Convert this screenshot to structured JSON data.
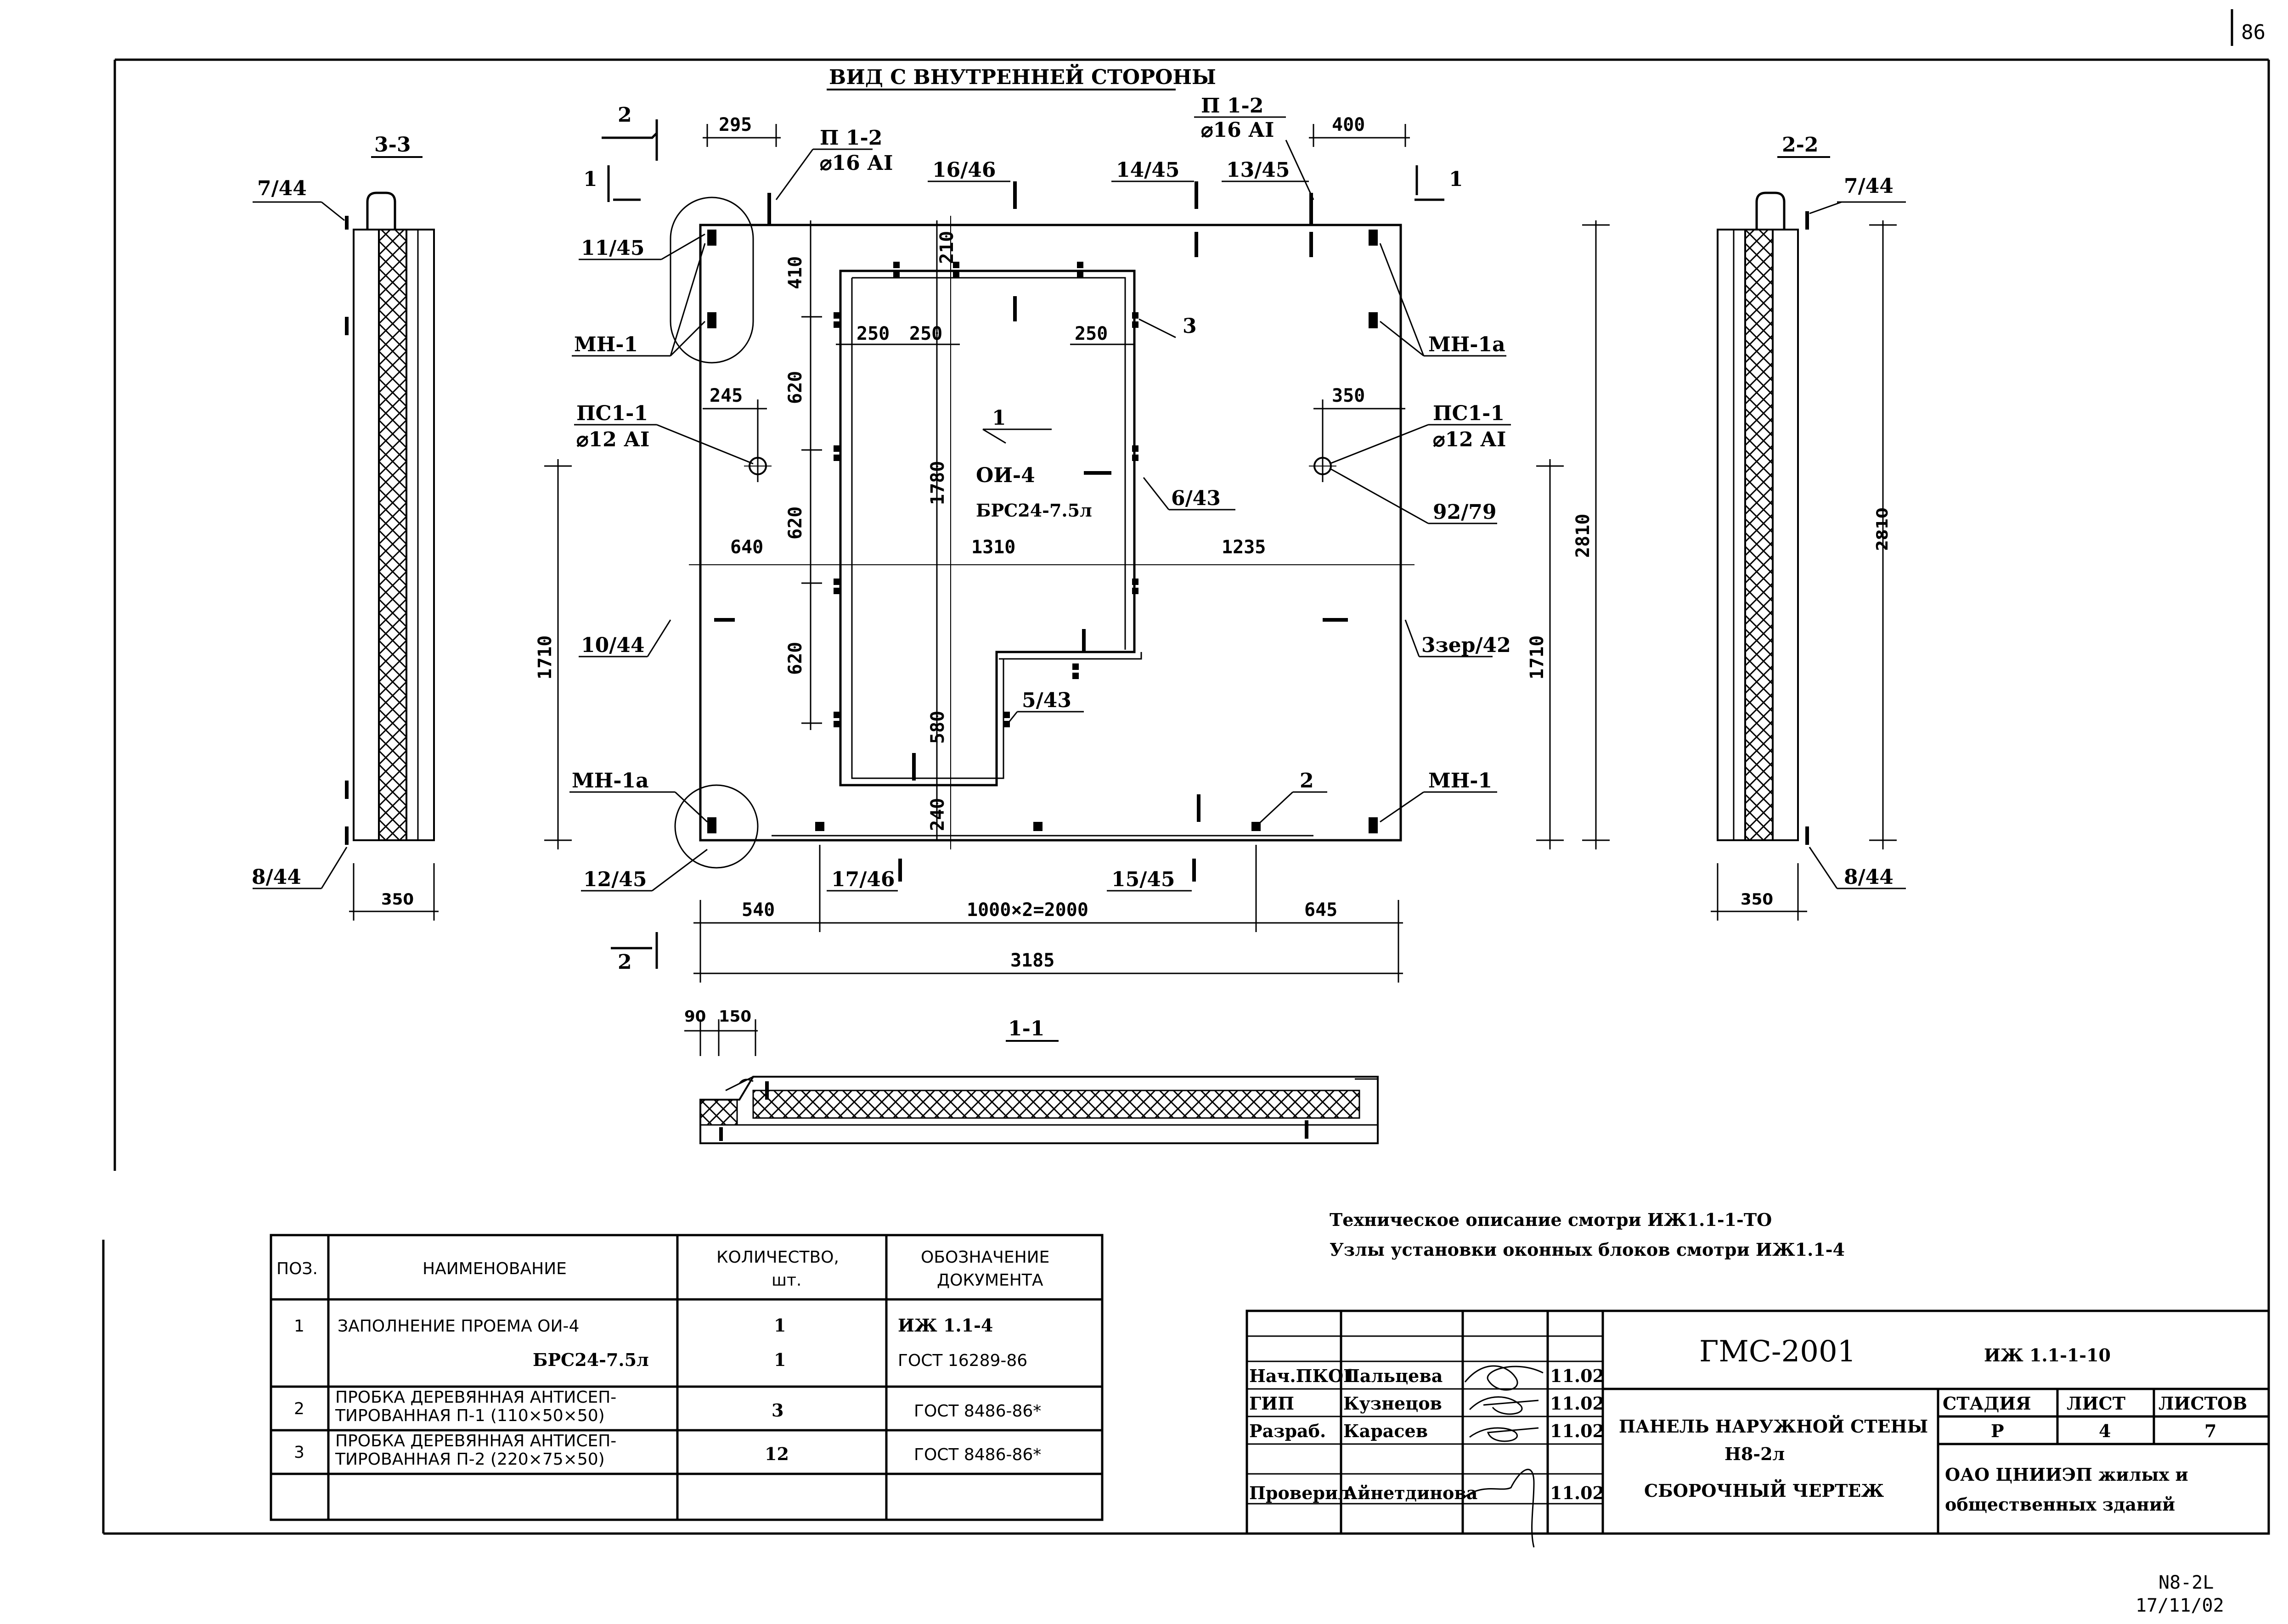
{
  "sheet_corner": "86",
  "footer_code": [
    "N8-2L",
    "17/11/02"
  ],
  "view_title": "ВИД С ВНУТРЕННЕЙ СТОРОНЫ",
  "section_titles": {
    "s33": "3-3",
    "s22": "2-2",
    "s11": "1-1"
  },
  "cut_marks": {
    "c1": "1",
    "c2": "2"
  },
  "positions": {
    "p7_44": "7/44",
    "p11_45": "11/45",
    "p16_46": "16/46",
    "p14_45": "14/45",
    "p13_45": "13/45",
    "p10_44": "10/44",
    "p12_45": "12/45",
    "p17_46": "17/46",
    "p15_45": "15/45",
    "p8_44": "8/44",
    "p6_43": "6/43",
    "p5_43": "5/43",
    "p92_79": "92/79",
    "p3zer_42": "3зер/42",
    "mn1": "МН-1",
    "mn1a": "МН-1а",
    "pos1": "1",
    "pos2": "2",
    "pos3": "3"
  },
  "loops": {
    "p12_title": "П 1-2",
    "p12_bar": "⌀16 АI",
    "ps11_title": "ПС1-1",
    "ps11_bar": "⌀12 АI"
  },
  "opening": {
    "mark": "ОИ-4",
    "block": "БРС24-7.5л"
  },
  "dimensions": {
    "d295": "295",
    "d400": "400",
    "d410": "410",
    "d210": "210",
    "d250": "250",
    "d245": "245",
    "d350": "350",
    "d620": "620",
    "d1780": "1780",
    "d640": "640",
    "d1310": "1310",
    "d1235": "1235",
    "d1710": "1710",
    "d2810": "2810",
    "d580": "580",
    "d240": "240",
    "d540": "540",
    "d2000": "1000×2=2000",
    "d645": "645",
    "d3185": "3185",
    "d90": "90",
    "d150": "150"
  },
  "notes": [
    "Техническое описание смотри ИЖ1.1-1-ТО",
    "Узлы установки оконных блоков смотри ИЖ1.1-4"
  ],
  "spec_table": {
    "headers": [
      "ПОЗ.",
      "НАИМЕНОВАНИЕ",
      "КОЛИЧЕСТВО, шт.",
      "ОБОЗНАЧЕНИЕ ДОКУМЕНТА"
    ],
    "rows": [
      {
        "pos": "1",
        "name": [
          "ЗАПОЛНЕНИЕ ПРОЕМА ОИ-4",
          "БРС24-7.5л"
        ],
        "qty": [
          "1",
          "1"
        ],
        "doc": [
          "ИЖ 1.1-4",
          "ГОСТ 16289-86"
        ]
      },
      {
        "pos": "2",
        "name": [
          "ПРОБКА ДЕРЕВЯННАЯ АНТИСЕП-",
          "ТИРОВАННАЯ П-1 (110×50×50)"
        ],
        "qty": [
          "3"
        ],
        "doc": [
          "ГОСТ 8486-86*"
        ]
      },
      {
        "pos": "3",
        "name": [
          "ПРОБКА ДЕРЕВЯННАЯ АНТИСЕП-",
          "ТИРОВАННАЯ П-2 (220×75×50)"
        ],
        "qty": [
          "12"
        ],
        "doc": [
          "ГОСТ 8486-86*"
        ]
      }
    ]
  },
  "title_block": {
    "project": "ГМС-2001",
    "code": "ИЖ 1.1-1-10",
    "signers": [
      {
        "role": "Нач.ПКО1",
        "name": "Пальцева",
        "date": "11.02"
      },
      {
        "role": "ГИП",
        "name": "Кузнецов",
        "date": "11.02"
      },
      {
        "role": "Разраб.",
        "name": "Карасев",
        "date": "11.02"
      },
      {
        "role": "Проверил",
        "name": "Айнетдинова",
        "date": "11.02"
      }
    ],
    "sheet_title": [
      "ПАНЕЛЬ НАРУЖНОЙ СТЕНЫ",
      "Н8-2л",
      "СБОРОЧНЫЙ ЧЕРТЕЖ"
    ],
    "stage_header": [
      "СТАДИЯ",
      "ЛИСТ",
      "ЛИСТОВ"
    ],
    "stage_values": [
      "Р",
      "4",
      "7"
    ],
    "org": [
      "ОАО ЦНИИЭП жилых и",
      "общественных зданий"
    ]
  },
  "colors": {
    "ink": "#000000",
    "paper": "#ffffff"
  }
}
